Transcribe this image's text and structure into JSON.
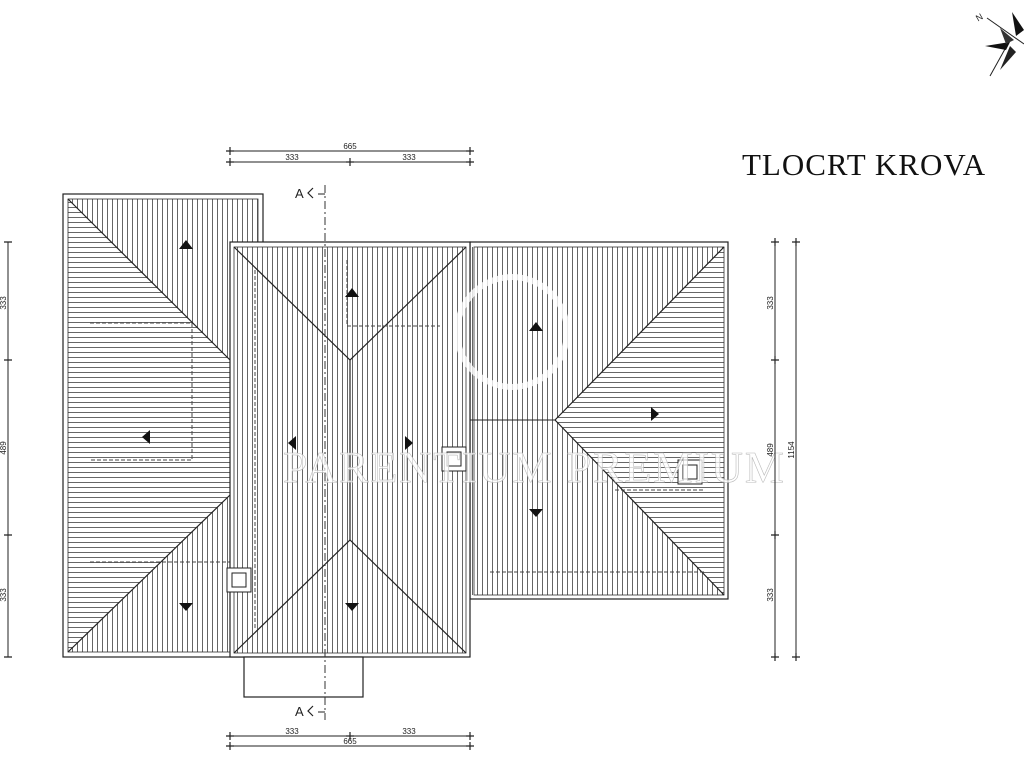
{
  "title": "TLOCRT KROVA",
  "watermark": "PARENTIUM PREMIUM",
  "compass": {
    "north_label": "N"
  },
  "section_marker": "A",
  "dimensions": {
    "top": {
      "total": "665",
      "left": "333",
      "right": "333"
    },
    "bottom": {
      "total": "665",
      "left": "333",
      "right": "333"
    },
    "left": {
      "top": "333",
      "middle": "489",
      "bottom": "333"
    },
    "right": {
      "top": "333",
      "middle": "489",
      "bottom": "333",
      "total": "1154"
    }
  },
  "colors": {
    "line": "#222222",
    "hatch": "#555555"
  }
}
